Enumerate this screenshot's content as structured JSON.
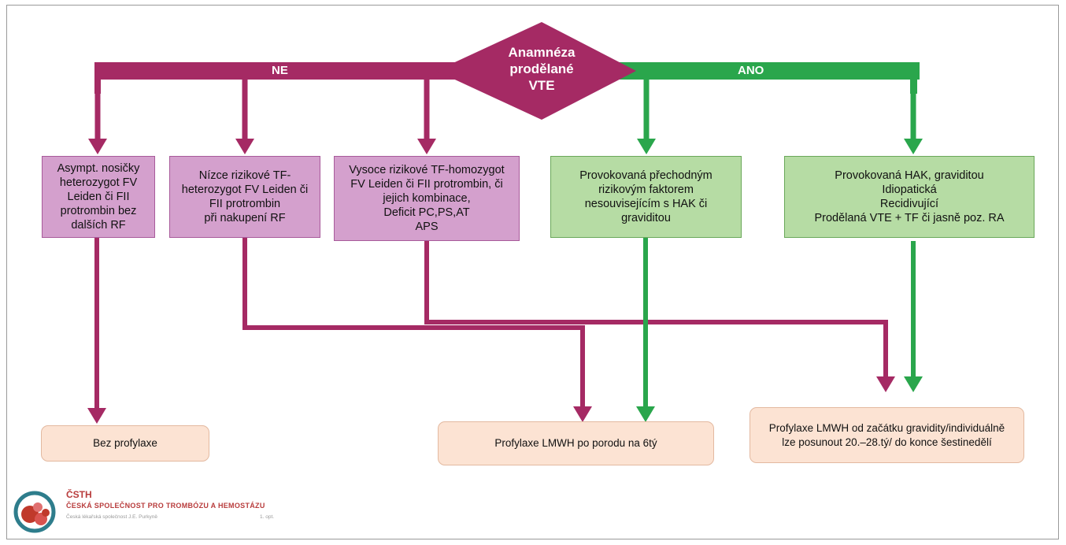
{
  "decision": {
    "text": "Anamnéza\nprodělané\nVTE"
  },
  "branches": {
    "no_label": "NE",
    "yes_label": "ANO"
  },
  "conditions": [
    {
      "text": "Asympt. nosičky\nheterozygot FV\nLeiden či FII\nprotrombin bez\ndalších RF",
      "branch": "NE"
    },
    {
      "text": "Nízce rizikové TF-\nheterozygot FV Leiden či\nFII protrombin\npři nakupení RF",
      "branch": "NE"
    },
    {
      "text": "Vysoce rizikové TF-homozygot\nFV Leiden či FII protrombin, či\njejich kombinace,\nDeficit PC,PS,AT\nAPS",
      "branch": "NE"
    },
    {
      "text": "Provokovaná přechodným\nrizikovým  faktorem\nnesouvisejícím s HAK či\ngraviditou",
      "branch": "ANO"
    },
    {
      "text": "Provokovaná HAK, graviditou\nIdiopatická\nRecidivující\nProdělaná VTE + TF či jasně poz. RA",
      "branch": "ANO"
    }
  ],
  "outcomes": [
    {
      "text": "Bez profylaxe"
    },
    {
      "text": "Profylaxe LMWH po porodu na 6tý"
    },
    {
      "text": "Profylaxe LMWH od začátku gravidity/individuálně\nlze posunout 20.–28.tý/ do konce šestinedělí"
    }
  ],
  "logo": {
    "abbr": "ČSTH",
    "name": "ČESKÁ SPOLEČNOST PRO TROMBÓZU A HEMOSTÁZU",
    "subtitle": "Česká lékařská společnost J.E. Purkyně",
    "tag": "1. opt."
  },
  "colors": {
    "no_branch": "#a52a64",
    "yes_branch": "#2aa64c",
    "condition_no": "#d4a0cd",
    "condition_yes": "#b6dca4",
    "outcome": "#fce3d3"
  }
}
